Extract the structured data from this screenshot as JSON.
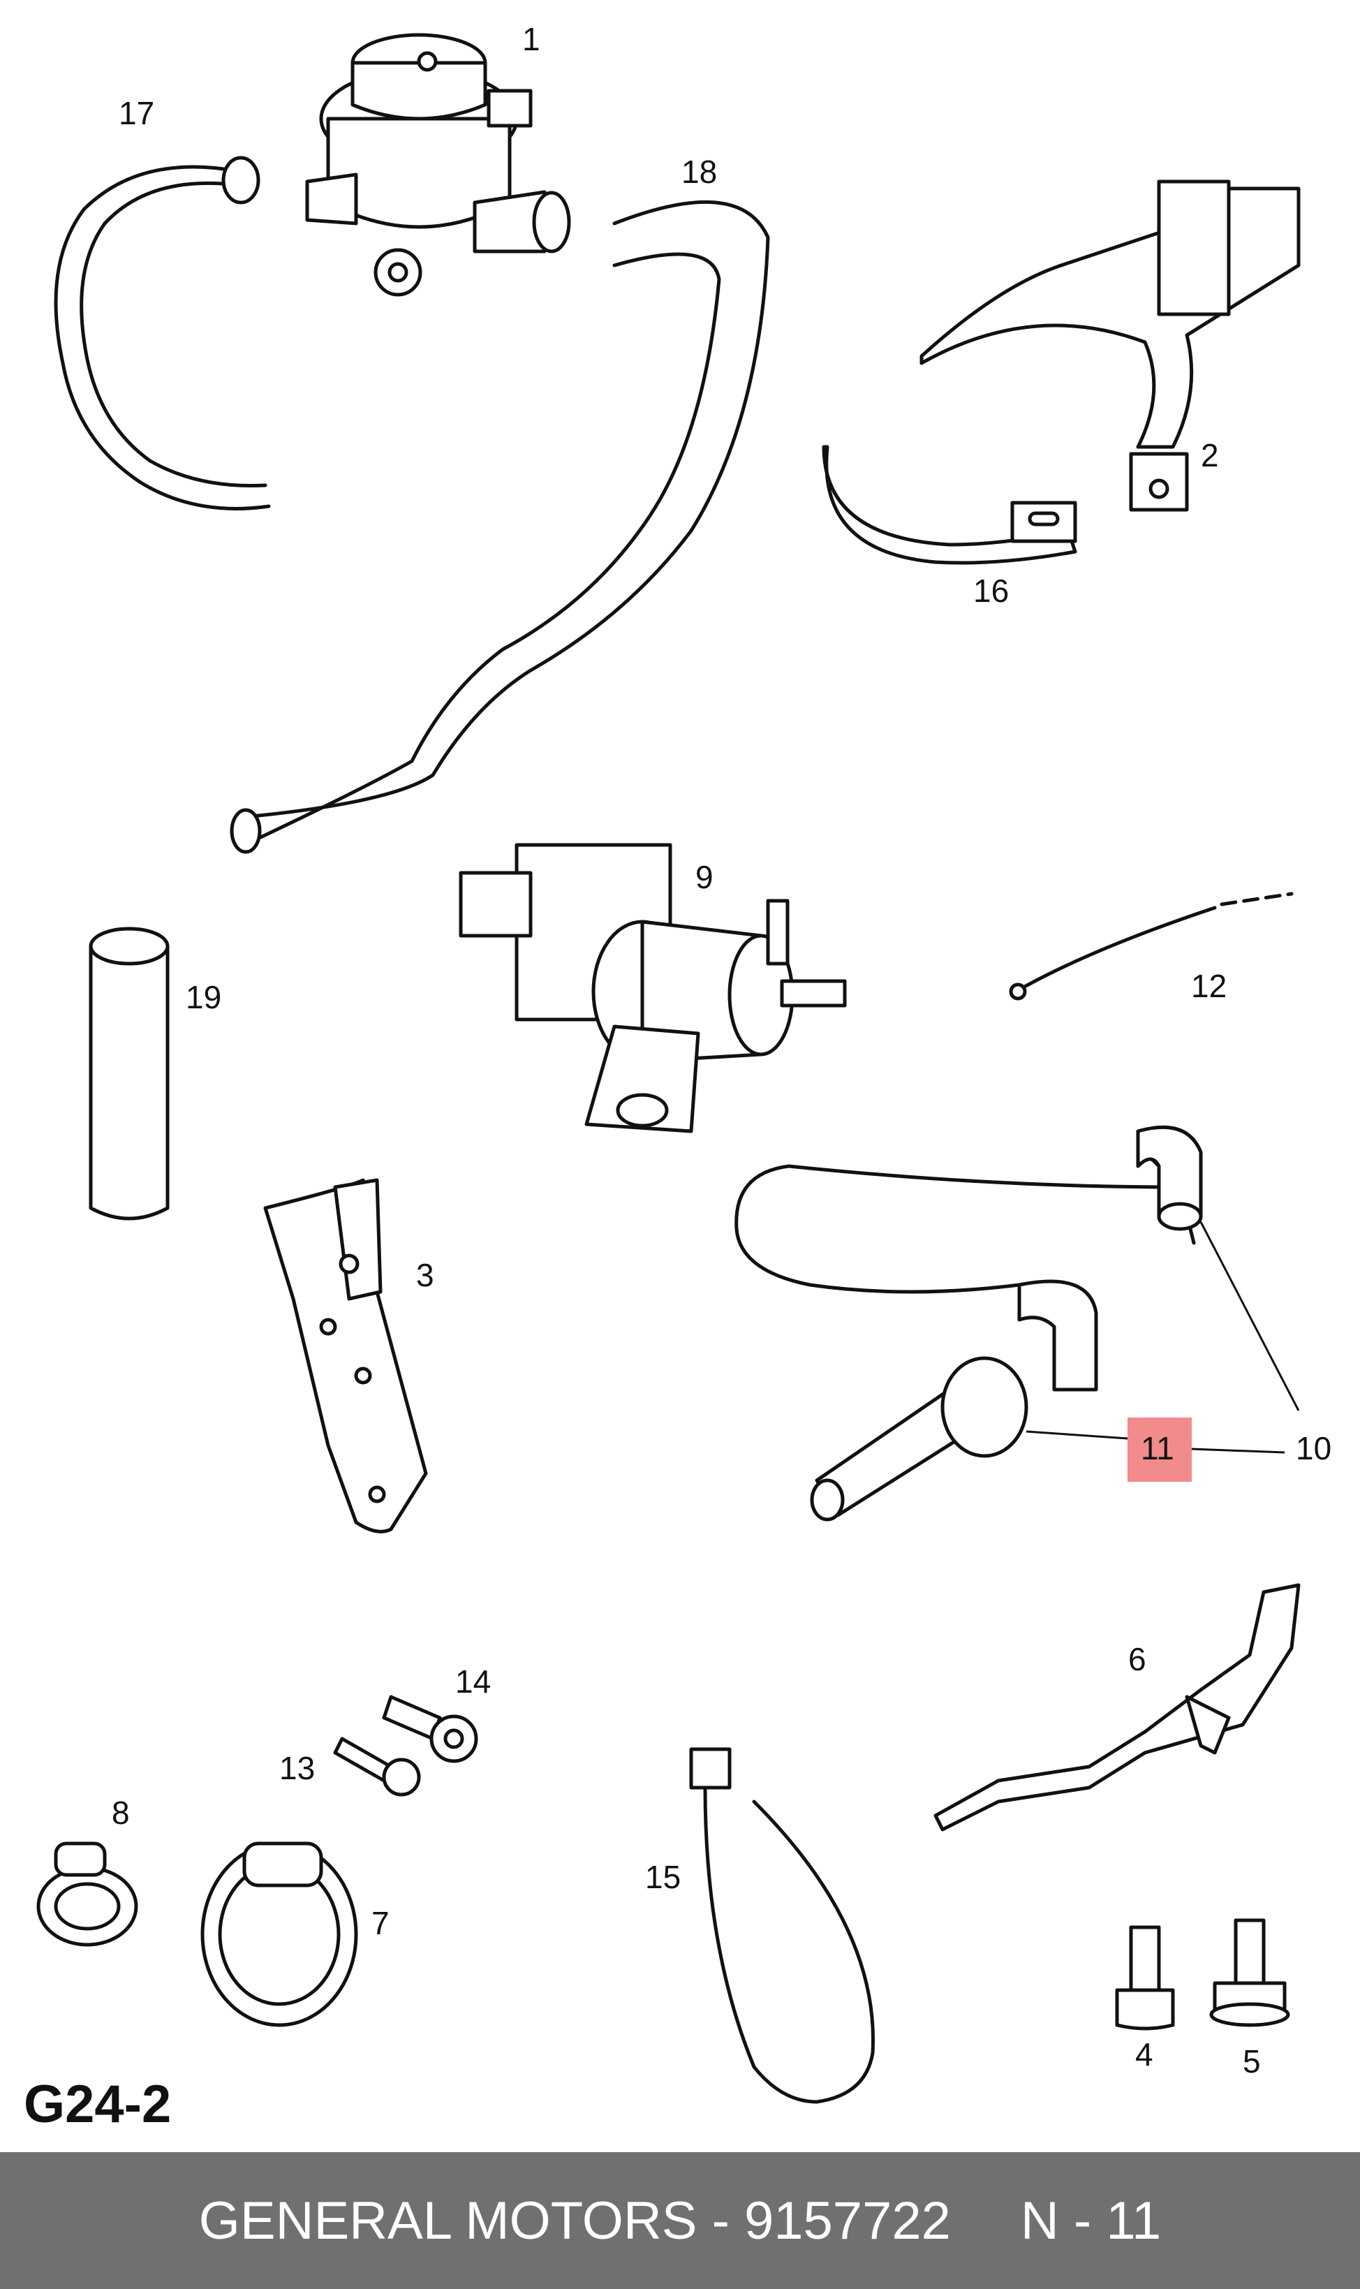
{
  "diagram": {
    "code": "G24-2",
    "highlight_color": "#f28b8b",
    "highlighted_callout": "11",
    "callouts": [
      "1",
      "2",
      "3",
      "4",
      "5",
      "6",
      "7",
      "8",
      "9",
      "10",
      "11",
      "12",
      "13",
      "14",
      "15",
      "16",
      "17",
      "18",
      "19"
    ]
  },
  "footer": {
    "brand_part": "GENERAL MOTORS - 9157722",
    "ref": "N - 11",
    "background": "#707070"
  }
}
